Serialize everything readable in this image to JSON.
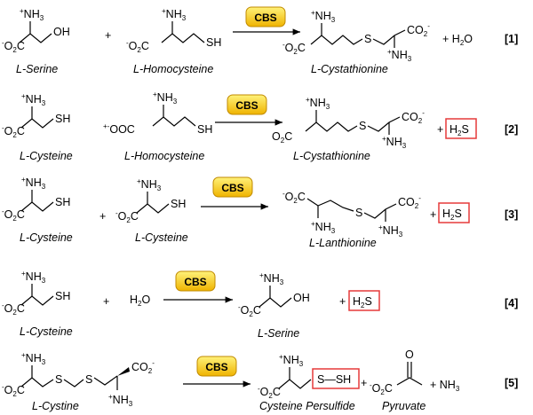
{
  "enzyme": {
    "label": "CBS",
    "top_color": "#fff27a",
    "bottom_color": "#efb300",
    "border": "#c08a00"
  },
  "highlight_color": "#e53a3a",
  "frag": {
    "nh3": "NH",
    "sub3": "3",
    "plus": "+",
    "o2c": "O",
    "two": "2",
    "c": "C",
    "co2": "CO",
    "minus": "-",
    "oh": "OH",
    "sh": "SH",
    "s": "S",
    "o": "O",
    "ooc": "OOC",
    "h": "H",
    "h2o_h": "H",
    "h2o_o": "O",
    "h2s_s": "S",
    "s_dash_sh": "S—SH",
    "c_o2c": "C"
  },
  "reactions": [
    {
      "number": "[1]",
      "names": [
        "L-Serine",
        "L-Homocysteine",
        "L-Cystathionine"
      ],
      "extra": "+ H",
      "extra_sub": "2",
      "extra_tail": "O"
    },
    {
      "number": "[2]",
      "names": [
        "L-Cysteine",
        "L-Homocysteine",
        "L-Cystathionine"
      ],
      "extra": "+"
    },
    {
      "number": "[3]",
      "names": [
        "L-Cysteine",
        "L-Cysteine",
        "L-Lanthionine"
      ],
      "extra": "+"
    },
    {
      "number": "[4]",
      "names": [
        "L-Cysteine",
        "L-Serine"
      ],
      "extra": "+"
    },
    {
      "number": "[5]",
      "names": [
        "L-Cystine",
        "Cysteine Persulfide",
        "Pyruvate"
      ],
      "extra": "+  NH",
      "extra_sub": "3"
    }
  ]
}
